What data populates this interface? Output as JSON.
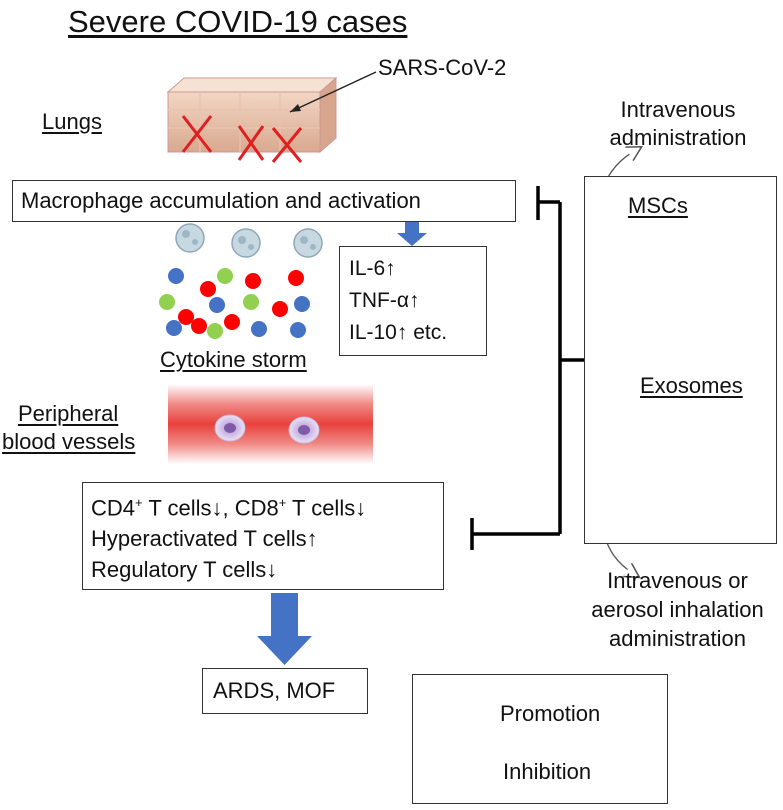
{
  "title": "Severe COVID-19 cases",
  "labels": {
    "virus": "SARS-CoV-2",
    "lungs": "Lungs",
    "cytokine_storm": "Cytokine storm",
    "peripheral_line1": "Peripheral",
    "peripheral_line2": "blood vessels",
    "msc": "MSCs",
    "exosomes": "Exosomes",
    "iv_line1": "Intravenous",
    "iv_line2": "administration",
    "aero_line1": "Intravenous or",
    "aero_line2": "aerosol inhalation",
    "aero_line3": "administration"
  },
  "boxes": {
    "macrophage": "Macrophage accumulation and activation",
    "cytokines": [
      "IL-6↑",
      "TNF-α↑",
      "IL-10↑ etc."
    ],
    "tcells": {
      "line1_cd4": "CD4",
      "line1_sup1": "+",
      "line1_mid": " T cells↓, CD8",
      "line1_sup2": "+",
      "line1_end": " T cells↓",
      "line2": "Hyperactivated T cells↑",
      "line3": "Regulatory T cells↓"
    },
    "outcome": "ARDS, MOF"
  },
  "legend": {
    "promotion": "Promotion",
    "inhibition": "Inhibition"
  },
  "colors": {
    "arrow_blue": "#4472c4",
    "dot_red": "#ff0000",
    "dot_green": "#92d050",
    "dot_blue": "#4472c4",
    "vessel_red": "#e8413c",
    "inhibit_line": "#000000"
  }
}
